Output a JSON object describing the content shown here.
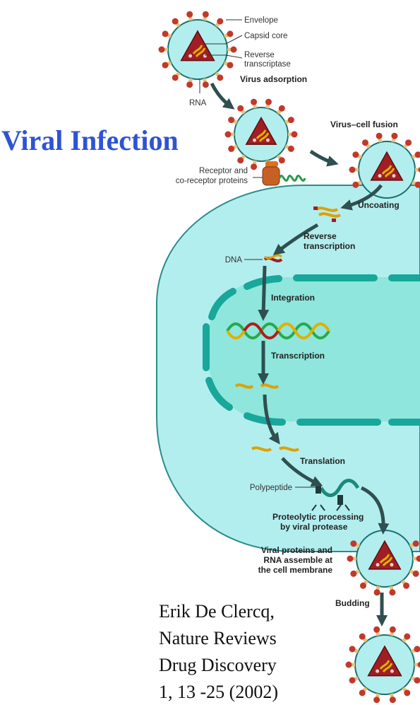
{
  "title": "Viral Infection",
  "labels": {
    "envelope": "Envelope",
    "capsid_core": "Capsid core",
    "reverse_transcriptase_1": "Reverse",
    "reverse_transcriptase_2": "transcriptase",
    "rna": "RNA",
    "receptor_1": "Receptor and",
    "receptor_2": "co-receptor proteins",
    "dna": "DNA",
    "polypeptide": "Polypeptide"
  },
  "steps": {
    "adsorption": "Virus adsorption",
    "fusion": "Virus–cell fusion",
    "uncoating": "Uncoating",
    "reverse_transcription_1": "Reverse",
    "reverse_transcription_2": "transcription",
    "integration": "Integration",
    "transcription": "Transcription",
    "translation": "Translation",
    "proteolytic_1": "Proteolytic processing",
    "proteolytic_2": "by viral protease",
    "assembly_1": "Viral proteins and",
    "assembly_2": "RNA assemble at",
    "assembly_3": "the cell membrane",
    "budding": "Budding"
  },
  "citation": [
    "Erik De Clercq,",
    "Nature Reviews",
    "Drug Discovery",
    "1, 13 -25 (2002)"
  ],
  "colors": {
    "title": "#2e53d4",
    "cell": "#b3eeee",
    "nucleus": "#8ee6dc",
    "envelope_spike": "#c0392b",
    "capsid": "#a01e23",
    "arrow": "#2f4f50"
  }
}
